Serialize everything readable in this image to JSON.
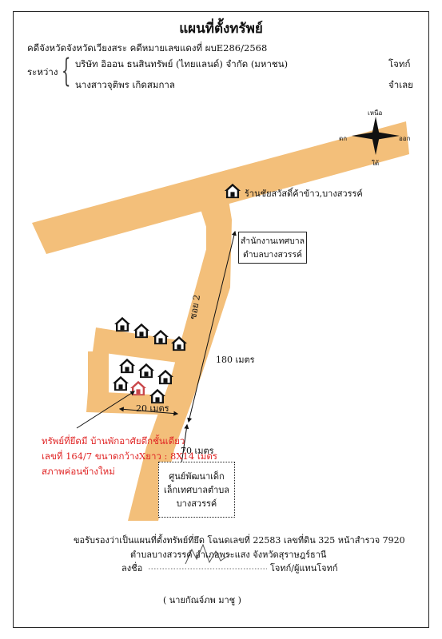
{
  "header": {
    "title": "แผนที่ตั้งทรัพย์",
    "case_line": "คดีจังหวัดจังหวัดเวียงสระ คดีหมายเลขแดงที่  ผบE286/2568",
    "between_label": "ระหว่าง",
    "party1": "บริษัท อิออน ธนสินทรัพย์ (ไทยแลนด์) จำกัด (มหาชน)",
    "party1_role": "โจทก์",
    "party2": "นางสาวจุติพร เกิดสมกาล",
    "party2_role": "จำเลย"
  },
  "compass": {
    "north": "เหนือ",
    "south": "ใต้",
    "east": "ออก",
    "west": "ตก"
  },
  "map": {
    "shop_label": "ร้านชัยสวัสดิ์ค้าข้าว,บางสวรรค์",
    "office_label_1": "สำนักงานเทศบาล",
    "office_label_2": "ตำบลบางสวรรค์",
    "road_label": "ซอย 2",
    "dist_180": "180 เมตร",
    "dist_20": "20 เมตร",
    "dist_70": "70 เมตร",
    "center_label_1": "ศูนย์พัฒนาเด็ก",
    "center_label_2": "เล็กเทศบาลตำบล",
    "center_label_3": "บางสวรรค์",
    "property_line1": "ทรัพย์ที่ยึดมี บ้านพักอาศัยตึกชั้นเดียว",
    "property_line2": "เลขที่ 164/7 ขนาดกว้างXยาว : 8X14 เมตร",
    "property_line3": "สภาพค่อนข้างใหม่"
  },
  "certification": {
    "line1": "ขอรับรองว่าเป็นแผนที่ตั้งทรัพย์ที่ยึด โฉนดเลขที่ 22583 เลขที่ดิน 325 หน้าสำรวจ 7920",
    "line2": "ตำบลบางสวรรค์ อำเภอพระแสง จังหวัดสุราษฎร์ธานี",
    "sign_label": "ลงชื่อ",
    "sign_role": "โจทก์/ผู้แทนโจทก์",
    "signer": "( นายกัณจ์ภพ  มาชู )"
  },
  "colors": {
    "road": "#F3BF7A",
    "house": "#111111",
    "target_house": "#C9474A",
    "text_red": "#E02424"
  }
}
